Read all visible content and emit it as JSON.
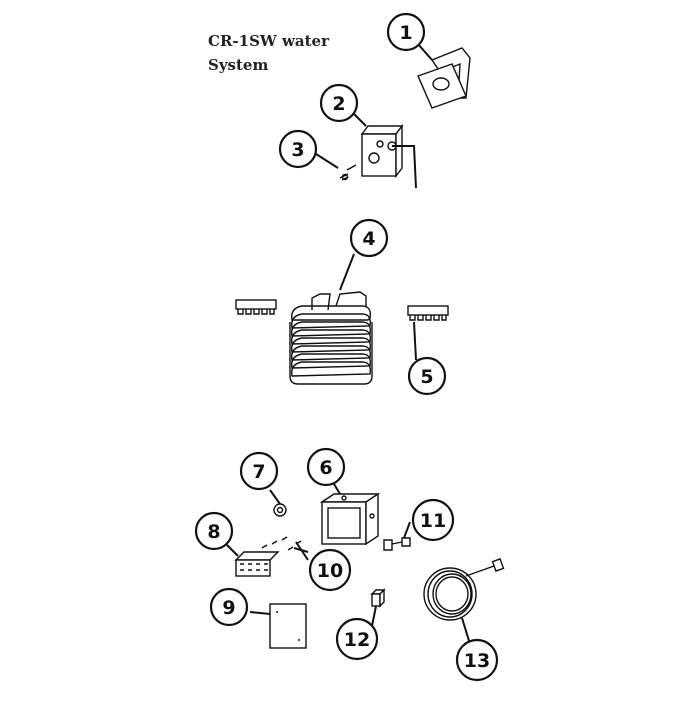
{
  "title": {
    "line1": "CR-1SW water",
    "line2": "System"
  },
  "callouts": [
    "1",
    "2",
    "3",
    "4",
    "5",
    "6",
    "7",
    "8",
    "9",
    "10",
    "11",
    "12",
    "13"
  ]
}
